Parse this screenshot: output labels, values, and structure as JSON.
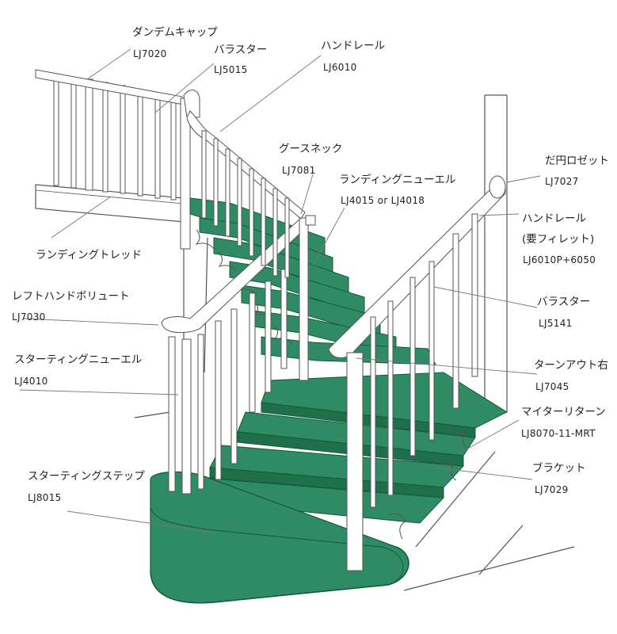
{
  "colors": {
    "tread": "#2f8b63",
    "tread_dark": "#1f6f4b",
    "tread_edge": "#145a3a",
    "rail": "#ffffff",
    "line": "#555555",
    "leader": "#777777"
  },
  "labels": [
    {
      "id": "tandem-cap",
      "name": "ダンデムキャップ",
      "code": "LJ7020"
    },
    {
      "id": "baluster-upper",
      "name": "バラスター",
      "code": "LJ5015"
    },
    {
      "id": "handrail-upper",
      "name": "ハンドレール",
      "code": "LJ6010"
    },
    {
      "id": "gooseneck",
      "name": "グースネック",
      "code": "LJ7081"
    },
    {
      "id": "landing-newel",
      "name": "ランディングニューエル",
      "code": "LJ4015 or LJ4018"
    },
    {
      "id": "rosette",
      "name": "だ円ロゼット",
      "code": "LJ7027"
    },
    {
      "id": "handrail-fillet",
      "name": "ハンドレール",
      "name2": "(要フィレット)",
      "code": "LJ6010P+6050"
    },
    {
      "id": "landing-tread",
      "name": "ランディングトレッド",
      "code": ""
    },
    {
      "id": "left-volute",
      "name": "レフトハンドボリュート",
      "code": "LJ7030"
    },
    {
      "id": "baluster-right",
      "name": "バラスター",
      "code": "LJ5141"
    },
    {
      "id": "turnout-right",
      "name": "ターンアウト右",
      "code": "LJ7045"
    },
    {
      "id": "starting-newel",
      "name": "スターティングニューエル",
      "code": "LJ4010"
    },
    {
      "id": "miter-return",
      "name": "マイターリターン",
      "code": "LJ8070-11-MRT"
    },
    {
      "id": "bracket",
      "name": "ブラケット",
      "code": "LJ7029"
    },
    {
      "id": "starting-step",
      "name": "スターティングステップ",
      "code": "LJ8015"
    }
  ]
}
